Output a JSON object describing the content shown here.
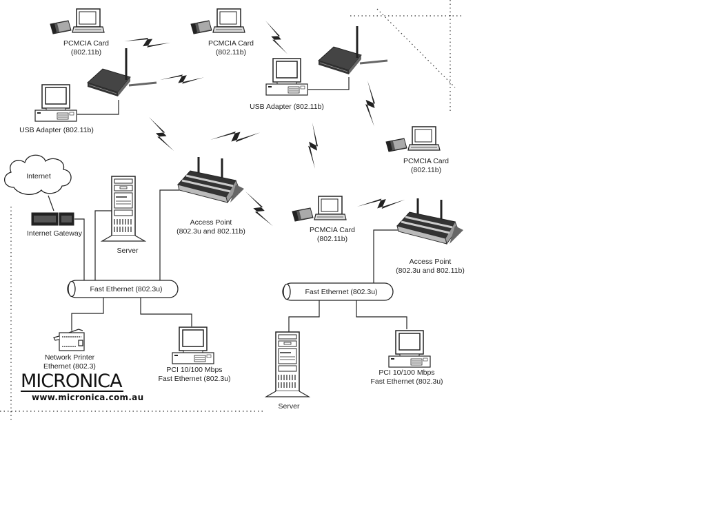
{
  "title": "Micronica Wireless & Fast Ethernet Network Diagram",
  "brand": {
    "logo_text": "MICRONICA",
    "url": "www.micronica.com.au"
  },
  "nodes": {
    "pcmcia_1": {
      "line1": "PCMCIA Card",
      "line2": "(802.11b)",
      "icon": "laptop-pcmcia-icon"
    },
    "pcmcia_2": {
      "line1": "PCMCIA Card",
      "line2": "(802.11b)",
      "icon": "laptop-pcmcia-icon"
    },
    "pcmcia_3": {
      "line1": "PCMCIA Card",
      "line2": "(802.11b)",
      "icon": "laptop-pcmcia-icon"
    },
    "pcmcia_4": {
      "line1": "PCMCIA Card",
      "line2": "(802.11b)",
      "icon": "laptop-pcmcia-icon"
    },
    "usb_1": {
      "line1": "USB Adapter (802.11b)",
      "icon": "desktop-pc-icon"
    },
    "usb_2": {
      "line1": "USB Adapter (802.11b)",
      "icon": "desktop-pc-icon"
    },
    "internet": {
      "line1": "Internet",
      "icon": "cloud-icon"
    },
    "gateway": {
      "line1": "Internet Gateway",
      "icon": "gateway-icon"
    },
    "server_1": {
      "line1": "Server",
      "icon": "server-tower-icon"
    },
    "server_2": {
      "line1": "Server",
      "icon": "server-tower-icon"
    },
    "ap_1": {
      "line1": "Access Point",
      "line2": "(802.3u and 802.11b)",
      "icon": "access-point-icon"
    },
    "ap_2": {
      "line1": "Access Point",
      "line2": "(802.3u and 802.11b)",
      "icon": "access-point-icon"
    },
    "printer": {
      "line1": "Network Printer",
      "line2": "Ethernet (802.3)",
      "icon": "printer-icon"
    },
    "pci_1": {
      "line1": "PCI 10/100 Mbps",
      "line2": "Fast Ethernet (802.3u)",
      "icon": "desktop-pc-icon"
    },
    "pci_2": {
      "line1": "PCI 10/100 Mbps",
      "line2": "Fast Ethernet (802.3u)",
      "icon": "desktop-pc-icon"
    }
  },
  "buses": {
    "bus_1": {
      "label": "Fast Ethernet (802.3u)"
    },
    "bus_2": {
      "label": "Fast Ethernet (802.3u)"
    }
  }
}
